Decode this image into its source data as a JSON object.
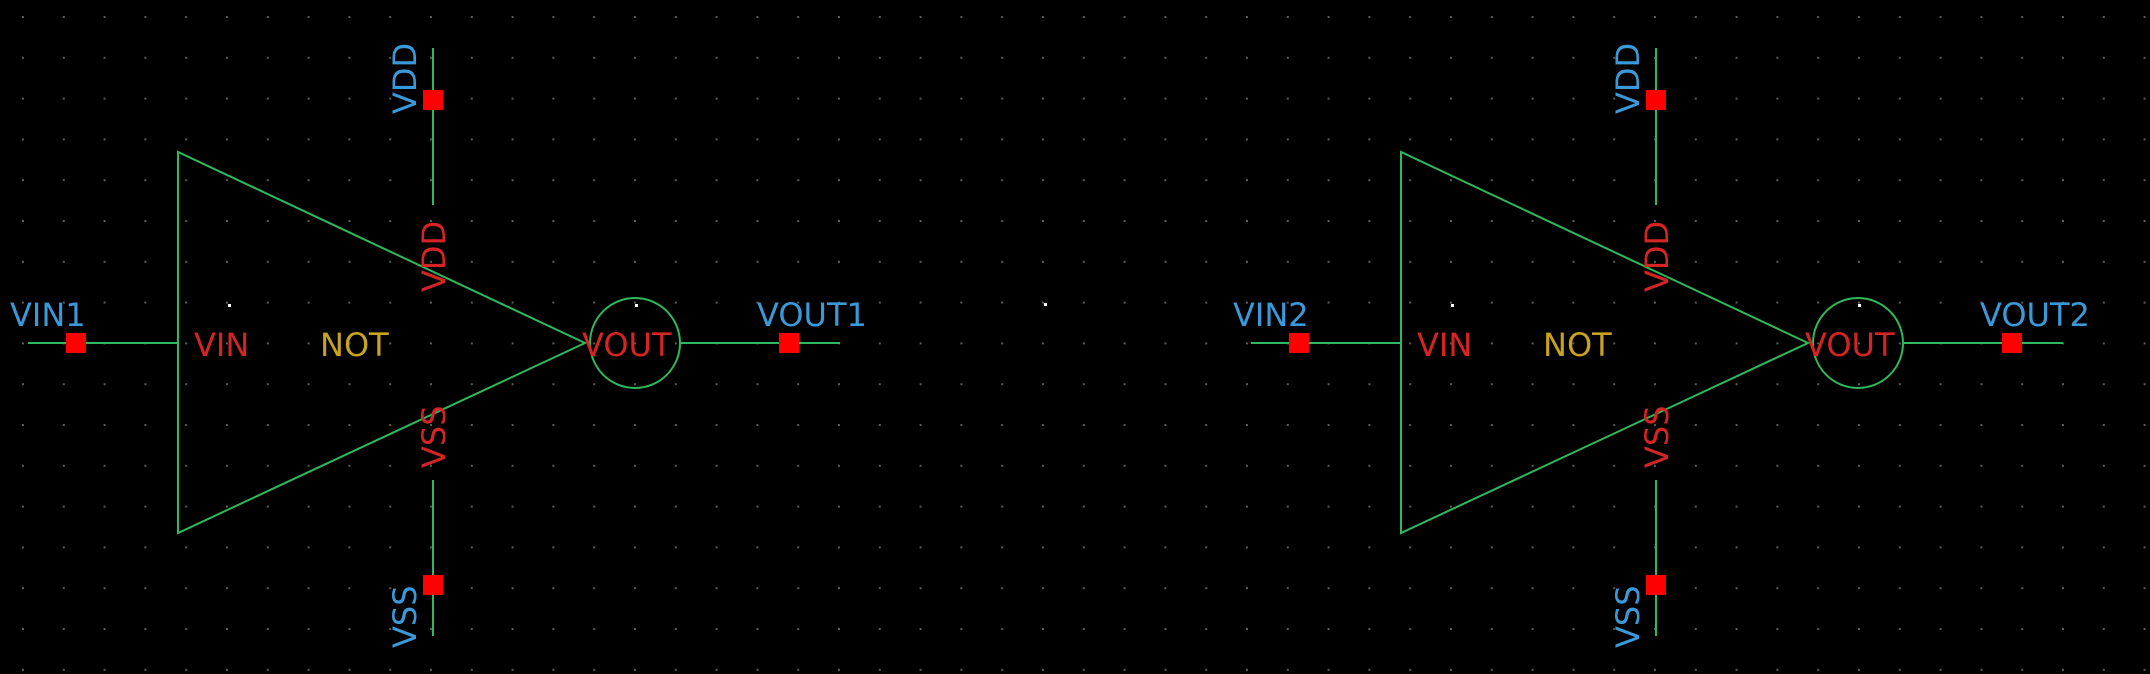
{
  "colors": {
    "background": "#000000",
    "grid_dot": "#5a5a5a",
    "wire": "#2fb85c",
    "pin_text": "#d42424",
    "instance_text": "#c8a41c",
    "net_text": "#3a9ad9",
    "pin_marker": "#ff0000",
    "origin_dot": "#ffffff"
  },
  "symbol_pins": {
    "input": "VIN",
    "output": "VOUT",
    "supply": "VDD",
    "ground": "VSS"
  },
  "gates": [
    {
      "type": "NOT",
      "input_net": "VIN1",
      "output_net": "VOUT1",
      "supply_net": "VDD",
      "ground_net": "VSS"
    },
    {
      "type": "NOT",
      "input_net": "VIN2",
      "output_net": "VOUT2",
      "supply_net": "VDD",
      "ground_net": "VSS"
    }
  ]
}
